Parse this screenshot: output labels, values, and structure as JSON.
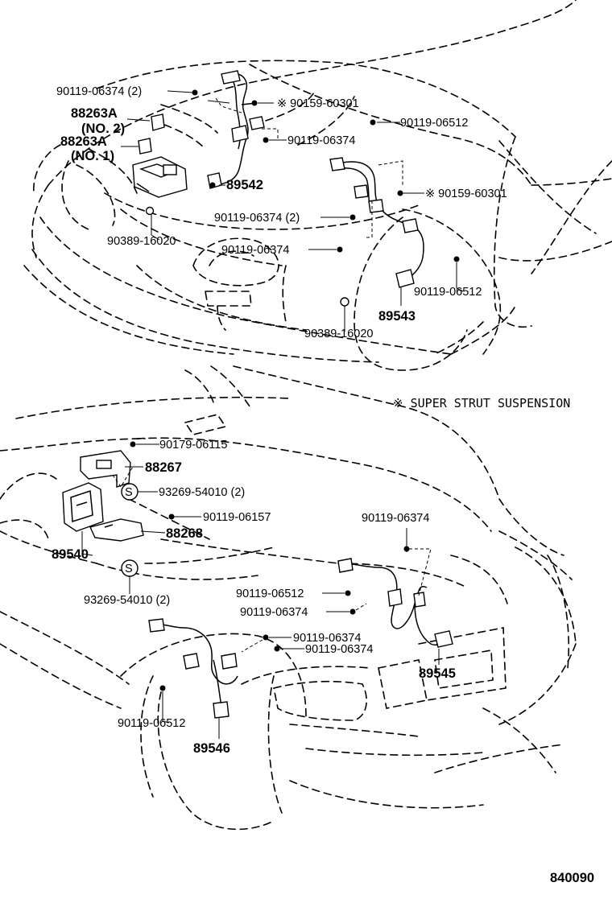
{
  "diagram_number": "840090",
  "note": "※ SUPER STRUT SUSPENSION",
  "top_view": {
    "labels": [
      "90119-06374 (2)",
      "88263A",
      "(NO. 2)",
      "88263A",
      "(NO. 1)",
      "※ 90159-60301",
      "90119-06512",
      "90119-06374",
      "89542",
      "※ 90159-60301",
      "90119-06374 (2)",
      "90389-16020",
      "90119-06374",
      "90119-06512",
      "89543",
      "90389-16020"
    ]
  },
  "bottom_view": {
    "labels": [
      "90179-06115",
      "88267",
      "93269-54010 (2)",
      "90119-06157",
      "88268",
      "89540",
      "93269-54010 (2)",
      "90119-06374",
      "90119-06512",
      "90119-06374",
      "90119-06374",
      "90119-06374",
      "89545",
      "90119-06512",
      "89546"
    ],
    "s_marks": [
      "S",
      "S"
    ]
  }
}
